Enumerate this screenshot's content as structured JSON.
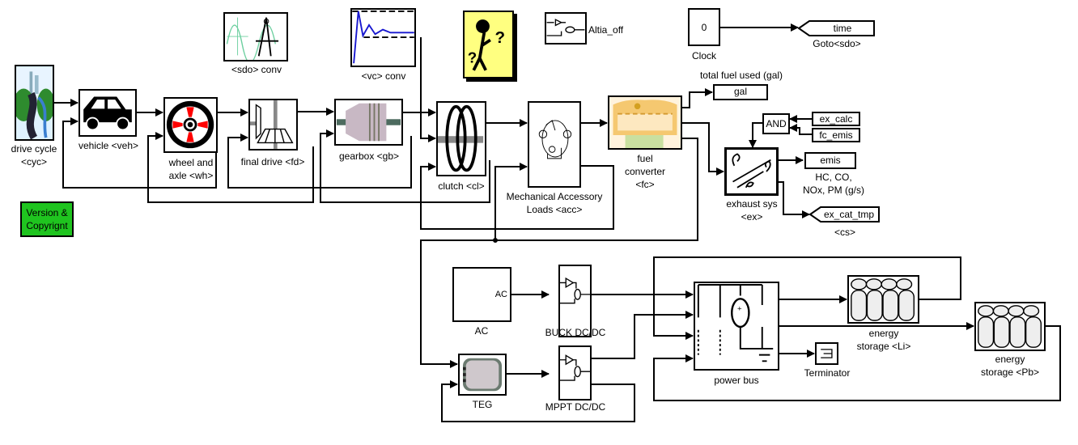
{
  "diagram": {
    "blocks": {
      "drive_cycle": {
        "label_line1": "drive cycle",
        "label_line2": "<cyc>"
      },
      "vehicle": {
        "label": "vehicle <veh>"
      },
      "wheel": {
        "label_line1": "wheel and",
        "label_line2": "axle <wh>"
      },
      "final_drive": {
        "label": "final drive <fd>"
      },
      "gearbox": {
        "label": "gearbox <gb>"
      },
      "clutch": {
        "label": "clutch <cl>"
      },
      "accessory": {
        "label_line1": "Mechanical Accessory",
        "label_line2": "Loads <acc>"
      },
      "fuel_converter": {
        "label_line1": "fuel",
        "label_line2": "converter",
        "label_line3": "<fc>"
      },
      "sdo_conv": {
        "label": "<sdo> conv"
      },
      "vc_conv": {
        "label": "<vc> conv"
      },
      "altia": {
        "label": "Altia_off"
      },
      "clock": {
        "value": "0",
        "label": "Clock"
      },
      "goto_time": {
        "value": "time",
        "label": "Goto<sdo>"
      },
      "fuel_used": {
        "title": "total fuel used (gal)",
        "value": "gal"
      },
      "and_gate": {
        "value": "AND"
      },
      "ex_calc": {
        "value": "ex_calc"
      },
      "fc_emis": {
        "value": "fc_emis"
      },
      "exhaust": {
        "label_line1": "exhaust sys",
        "label_line2": "<ex>"
      },
      "emis": {
        "value": "emis",
        "label_line1": "HC, CO,",
        "label_line2": "NOx, PM (g/s)"
      },
      "ex_cat_tmp": {
        "value": "ex_cat_tmp",
        "label": "<cs>"
      },
      "version": {
        "line1": "Version &",
        "line2": "Copyrignt"
      },
      "ac": {
        "port": "AC",
        "label": "AC"
      },
      "buck": {
        "label": "BUCK DC/DC"
      },
      "teg": {
        "label": "TEG"
      },
      "mppt": {
        "label": "MPPT DC/DC"
      },
      "power_bus": {
        "label": "power bus"
      },
      "terminator": {
        "label": "Terminator"
      },
      "li": {
        "label_line1": "energy",
        "label_line2": "storage <Li>"
      },
      "pb": {
        "label_line1": "energy",
        "label_line2": "storage <Pb>"
      }
    },
    "colors": {
      "version_bg": "#1fc41f",
      "help_bg": "#ffff80",
      "wheel_red": "#ff0000",
      "fuel_converter": "#f5c870"
    }
  }
}
